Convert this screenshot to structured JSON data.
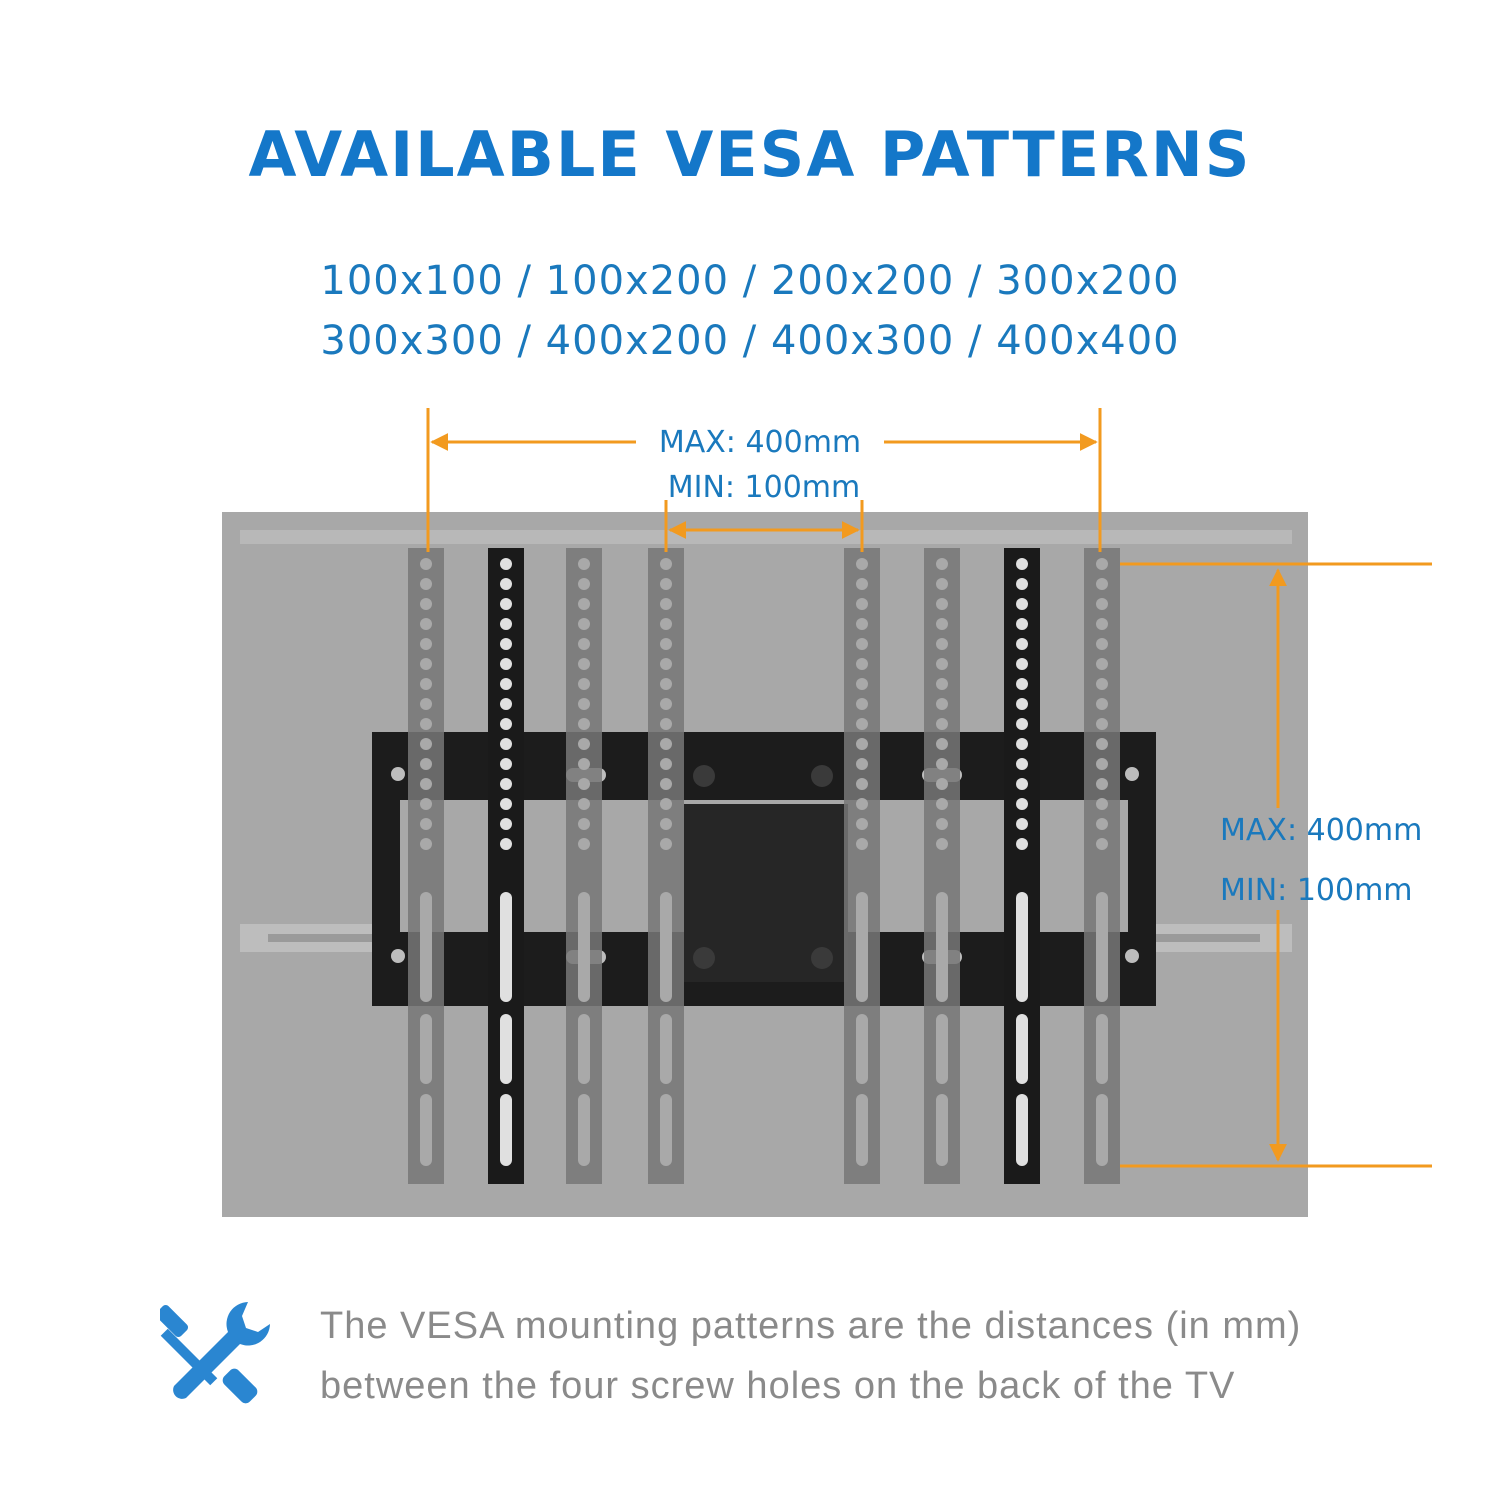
{
  "title": "AVAILABLE VESA PATTERNS",
  "patterns": {
    "line1": "100x100 / 100x200 / 200x200 / 300x200",
    "line2": "300x300 / 400x200 / 400x300 / 400x400"
  },
  "dimensions": {
    "horizontal_max": "MAX: 400mm",
    "horizontal_min": "MIN: 100mm",
    "vertical_max": "MAX: 400mm",
    "vertical_min": "MIN: 100mm"
  },
  "footer": {
    "line1": "The VESA mounting patterns are the distances (in mm)",
    "line2": "between the four screw holes on the back of the TV"
  },
  "icons": {
    "tools": "screwdriver-wrench-icon"
  },
  "colors": {
    "title_blue": "#1477c9",
    "text_blue": "#1a79bd",
    "orange": "#f29a1f",
    "tv_gray": "#a8a8a8",
    "rail_gray": "#777777",
    "rail_black": "#1a1a1a",
    "footer_gray": "#8a8a8a"
  }
}
